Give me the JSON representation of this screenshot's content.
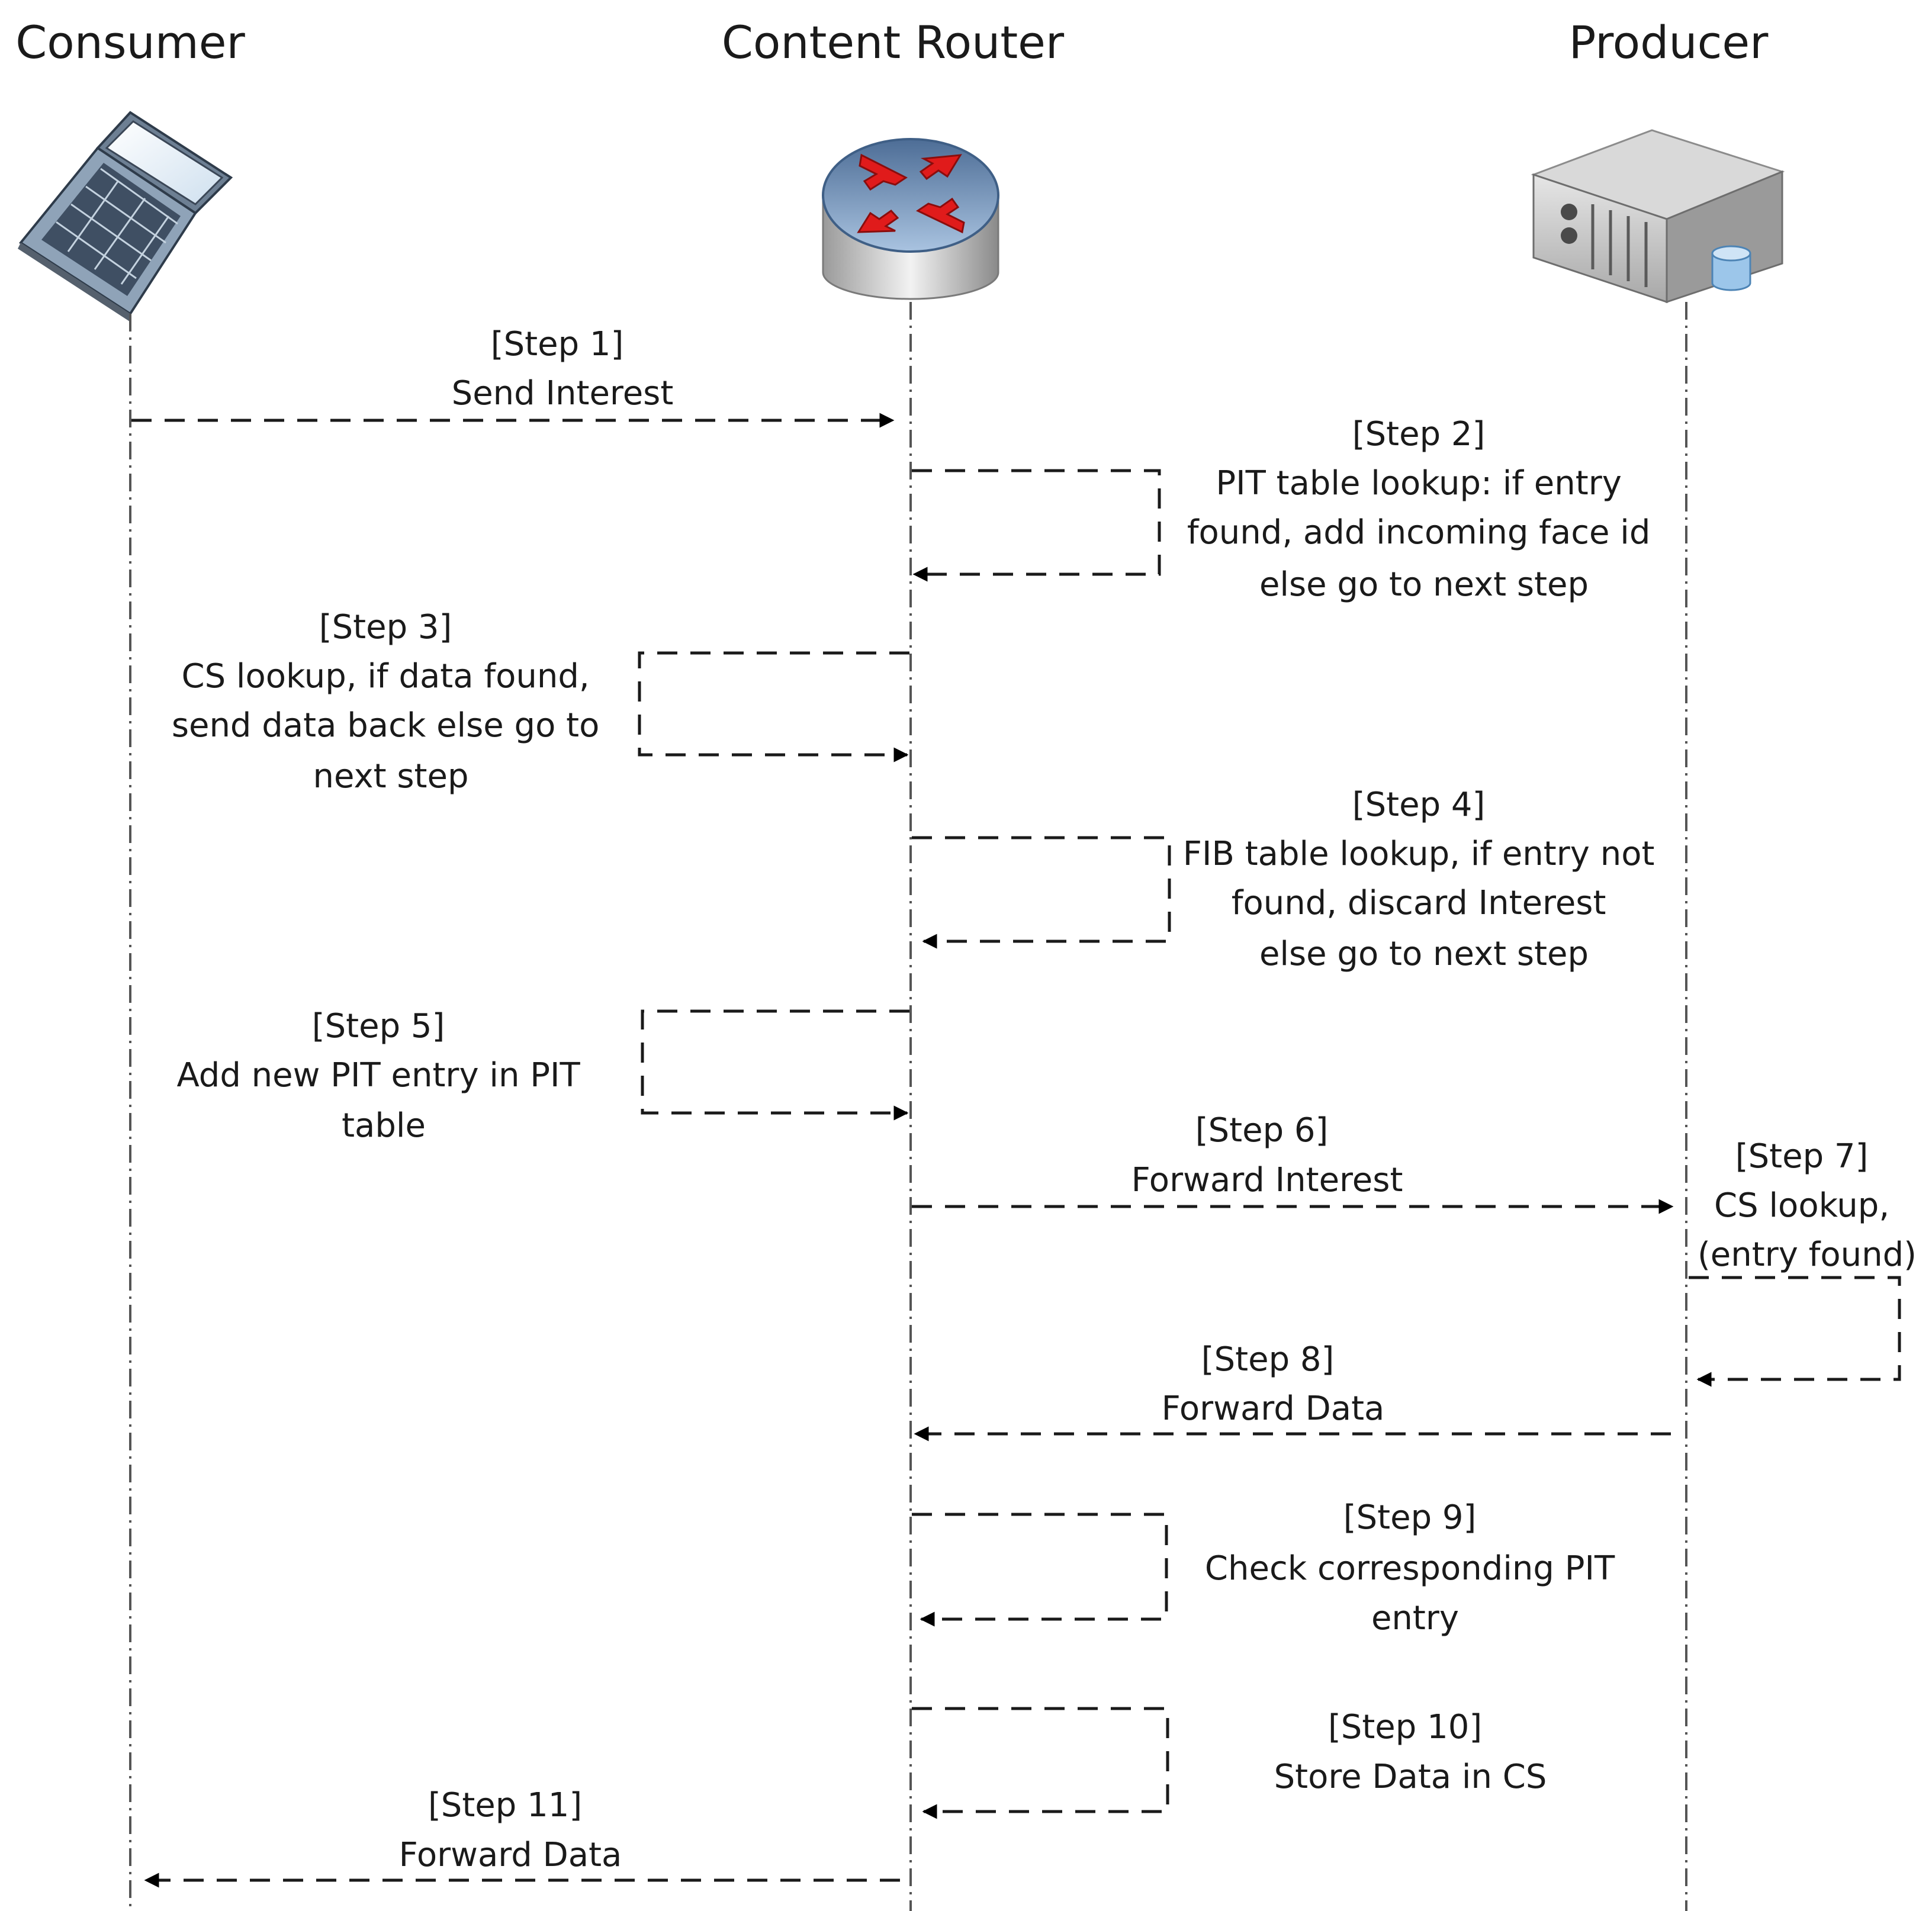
{
  "actors": {
    "consumer": {
      "title": "Consumer"
    },
    "router": {
      "title": "Content Router"
    },
    "producer": {
      "title": "Producer"
    }
  },
  "steps": [
    {
      "id": "step1",
      "lines": [
        "[Step 1]",
        "Send Interest"
      ]
    },
    {
      "id": "step2",
      "lines": [
        "[Step 2]",
        "PIT table lookup: if entry",
        "found, add incoming face id",
        "else go to next step"
      ]
    },
    {
      "id": "step3",
      "lines": [
        "[Step 3]",
        "CS lookup, if data found,",
        "send data back else go to",
        "next step"
      ]
    },
    {
      "id": "step4",
      "lines": [
        "[Step 4]",
        "FIB table lookup, if entry not",
        "found, discard Interest",
        "else go to next step"
      ]
    },
    {
      "id": "step5",
      "lines": [
        "[Step 5]",
        "Add new PIT entry in PIT",
        "table"
      ]
    },
    {
      "id": "step6",
      "lines": [
        "[Step 6]",
        "Forward Interest"
      ]
    },
    {
      "id": "step7",
      "lines": [
        "[Step 7]",
        "CS lookup,",
        "(entry found)"
      ]
    },
    {
      "id": "step8",
      "lines": [
        "[Step 8]",
        "Forward Data"
      ]
    },
    {
      "id": "step9",
      "lines": [
        "[Step 9]",
        "Check corresponding PIT",
        "entry"
      ]
    },
    {
      "id": "step10",
      "lines": [
        "[Step 10]",
        "Store Data in CS"
      ]
    },
    {
      "id": "step11",
      "lines": [
        "[Step 11]",
        "Forward Data"
      ]
    }
  ],
  "icons": {
    "consumer": "laptop-icon",
    "router": "router-icon",
    "producer": "server-icon"
  },
  "colors": {
    "router_arrows": "#e01b1b",
    "router_top": "#7d9ec4",
    "server_body": "#c9c9c9",
    "database": "#9cc6ea"
  }
}
